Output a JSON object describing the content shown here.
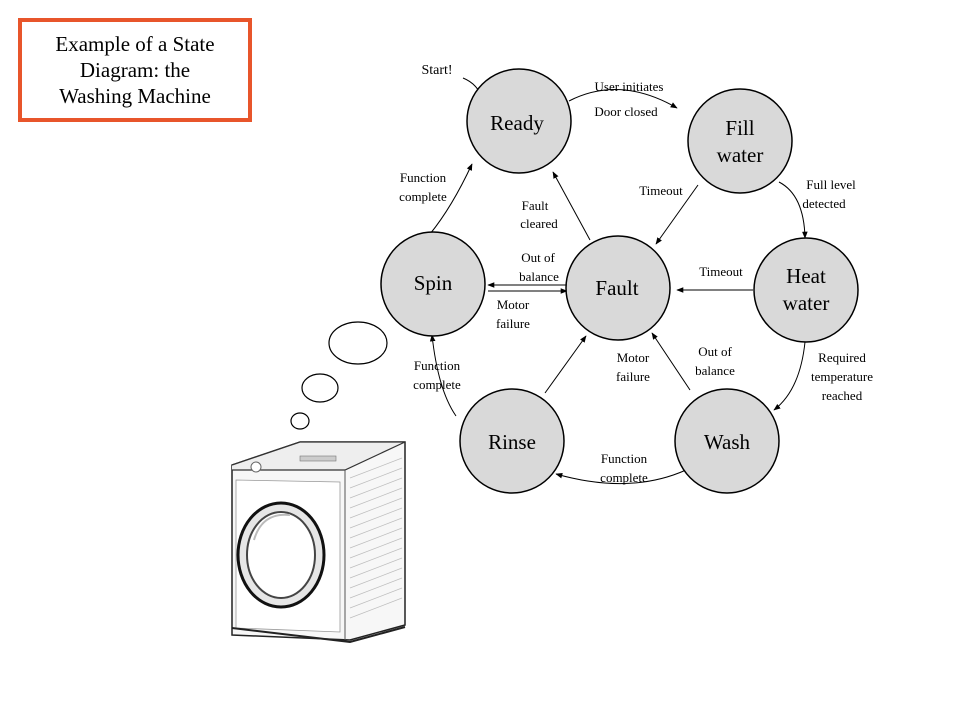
{
  "title": {
    "lines": [
      "Example of a State",
      "Diagram: the",
      "Washing Machine"
    ]
  },
  "states": {
    "ready": [
      "Ready"
    ],
    "fill": [
      "Fill",
      "water"
    ],
    "heat": [
      "Heat",
      "water"
    ],
    "wash": [
      "Wash"
    ],
    "rinse": [
      "Rinse"
    ],
    "spin": [
      "Spin"
    ],
    "fault": [
      "Fault"
    ]
  },
  "edges": {
    "start": [
      "Start!"
    ],
    "ready_fill": [
      "User initiates",
      "Door closed"
    ],
    "fill_heat": [
      "Full level",
      "detected"
    ],
    "heat_wash": [
      "Required",
      "temperature",
      "reached"
    ],
    "wash_rinse": [
      "Function",
      "complete"
    ],
    "rinse_spin": [
      "Function",
      "complete"
    ],
    "spin_ready": [
      "Function",
      "complete"
    ],
    "fill_fault": [
      "Timeout"
    ],
    "heat_fault": [
      "Timeout"
    ],
    "wash_fault_motor": [
      "Motor",
      "failure"
    ],
    "wash_fault_balance": [
      "Out of",
      "balance"
    ],
    "spin_fault_motor": [
      "Motor",
      "failure"
    ],
    "spin_fault_balance": [
      "Out of",
      "balance"
    ],
    "fault_ready": [
      "Fault",
      "cleared"
    ]
  },
  "colors": {
    "state_fill": "#d9d9d9",
    "title_border": "#e8552b",
    "stroke": "#000000"
  }
}
